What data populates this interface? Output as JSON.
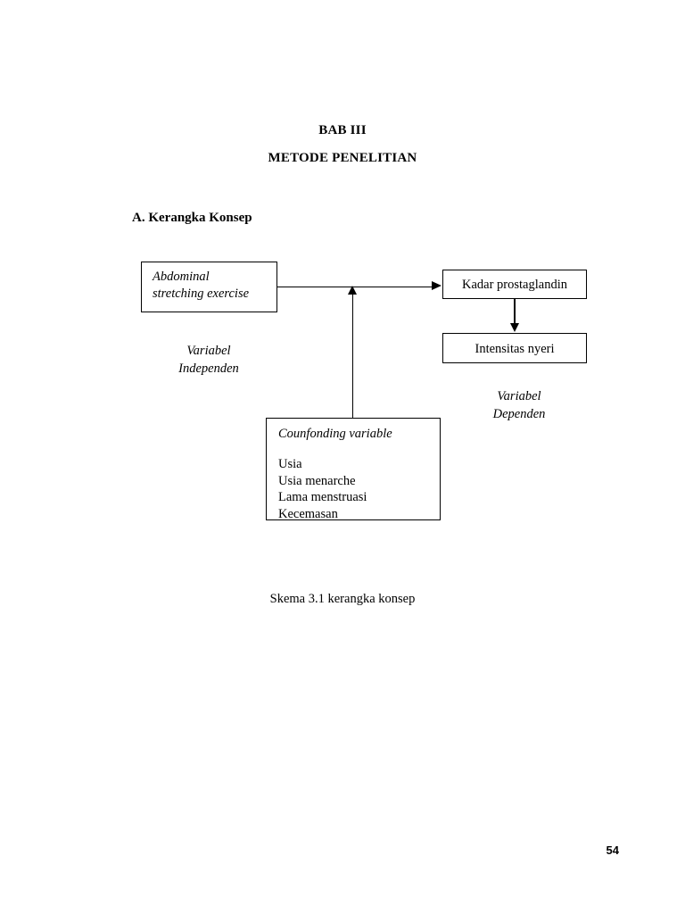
{
  "document": {
    "chapter_label": "BAB III",
    "chapter_title": "METODE PENELITIAN",
    "section_heading": "A. Kerangka Konsep",
    "page_number": "54"
  },
  "diagram": {
    "caption": "Skema 3.1 kerangka konsep",
    "nodes": {
      "independent": {
        "text": "Abdominal\nstretching exercise"
      },
      "prostaglandin": {
        "text": "Kadar prostaglandin"
      },
      "pain": {
        "text": "Intensitas nyeri"
      },
      "confounding": {
        "title": "Counfonding variable",
        "items": [
          "Usia",
          "Usia menarche",
          "Lama menstruasi",
          "Kecemasan"
        ]
      }
    },
    "annotations": {
      "independent_variable": "Variabel\nIndependen",
      "dependent_variable": "Variabel\nDependen"
    }
  }
}
